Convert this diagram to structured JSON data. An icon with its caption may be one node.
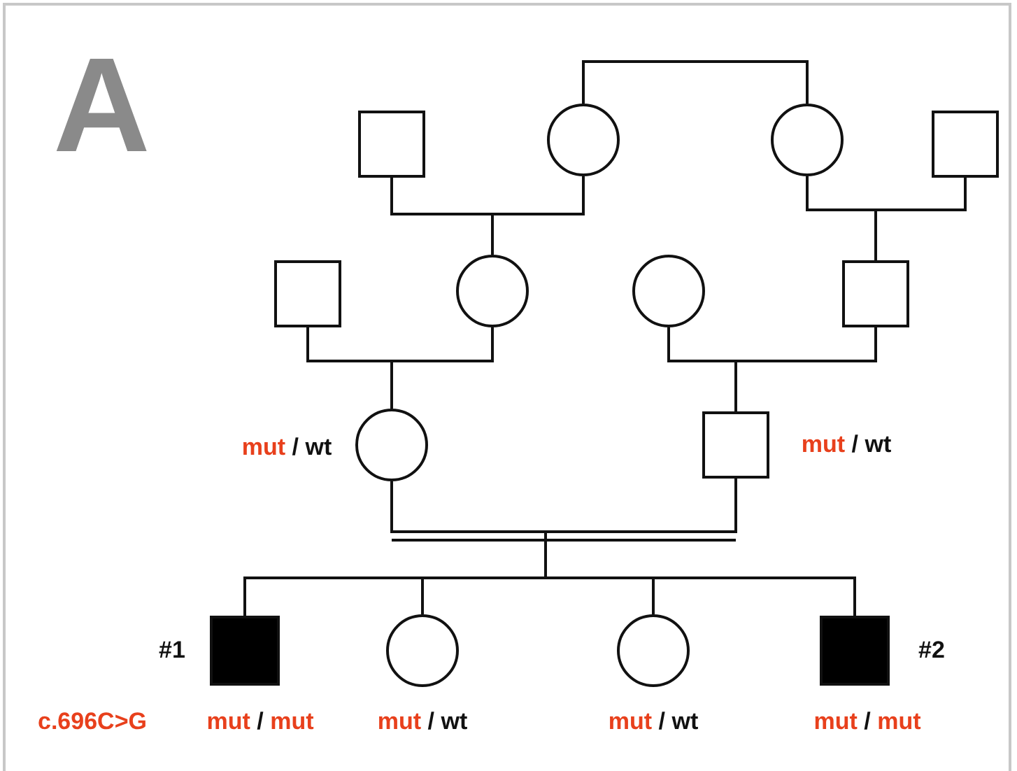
{
  "diagram": {
    "nodes": [
      {
        "text": [],
        "shape": "square"
      },
      {
        "text": [],
        "shape": "circle"
      },
      {
        "text": [],
        "shape": "circle"
      },
      {
        "text": [],
        "shape": "square"
      },
      {
        "text": [],
        "shape": "square"
      },
      {
        "text": [],
        "shape": "circle"
      },
      {
        "text": [],
        "shape": "circle"
      },
      {
        "text": [],
        "shape": "square"
      },
      {
        "text": [],
        "shape": "circle",
        "beside": [
          "mut / wt"
        ]
      },
      {
        "text": [],
        "shape": "square",
        "beside": [
          "mut / wt"
        ]
      },
      {
        "text": [],
        "shape": "filled-square",
        "beside": [
          "#1",
          "c.696C>G",
          "mut / mut"
        ]
      },
      {
        "text": [],
        "shape": "circle",
        "beside": [
          "mut / wt"
        ]
      },
      {
        "text": [],
        "shape": "circle",
        "beside": [
          "mut / wt"
        ]
      },
      {
        "text": [],
        "shape": "filled-square",
        "beside": [
          "#2",
          "mut / mut"
        ]
      }
    ],
    "edges": [
      {
        "from": 1,
        "to": 2,
        "arrow": "none"
      },
      {
        "from": 0,
        "to": 1,
        "arrow": "none"
      },
      {
        "from": 0,
        "to": 5,
        "arrow": "none"
      },
      {
        "from": 1,
        "to": 5,
        "arrow": "none"
      },
      {
        "from": 2,
        "to": 3,
        "arrow": "none"
      },
      {
        "from": 2,
        "to": 7,
        "arrow": "none"
      },
      {
        "from": 3,
        "to": 7,
        "arrow": "none"
      },
      {
        "from": 4,
        "to": 5,
        "arrow": "none"
      },
      {
        "from": 4,
        "to": 8,
        "arrow": "none"
      },
      {
        "from": 5,
        "to": 8,
        "arrow": "none"
      },
      {
        "from": 6,
        "to": 7,
        "arrow": "none"
      },
      {
        "from": 6,
        "to": 9,
        "arrow": "none"
      },
      {
        "from": 7,
        "to": 9,
        "arrow": "none"
      },
      {
        "from": 8,
        "to": 9,
        "arrow": "none"
      },
      {
        "from": 8,
        "to": 10,
        "arrow": "none"
      },
      {
        "from": 8,
        "to": 11,
        "arrow": "none"
      },
      {
        "from": 8,
        "to": 12,
        "arrow": "none"
      },
      {
        "from": 8,
        "to": 13,
        "arrow": "none"
      },
      {
        "from": 9,
        "to": 10,
        "arrow": "none"
      },
      {
        "from": 9,
        "to": 11,
        "arrow": "none"
      },
      {
        "from": 9,
        "to": 12,
        "arrow": "none"
      },
      {
        "from": 9,
        "to": 13,
        "arrow": "none"
      }
    ],
    "labels": [
      "A"
    ]
  }
}
